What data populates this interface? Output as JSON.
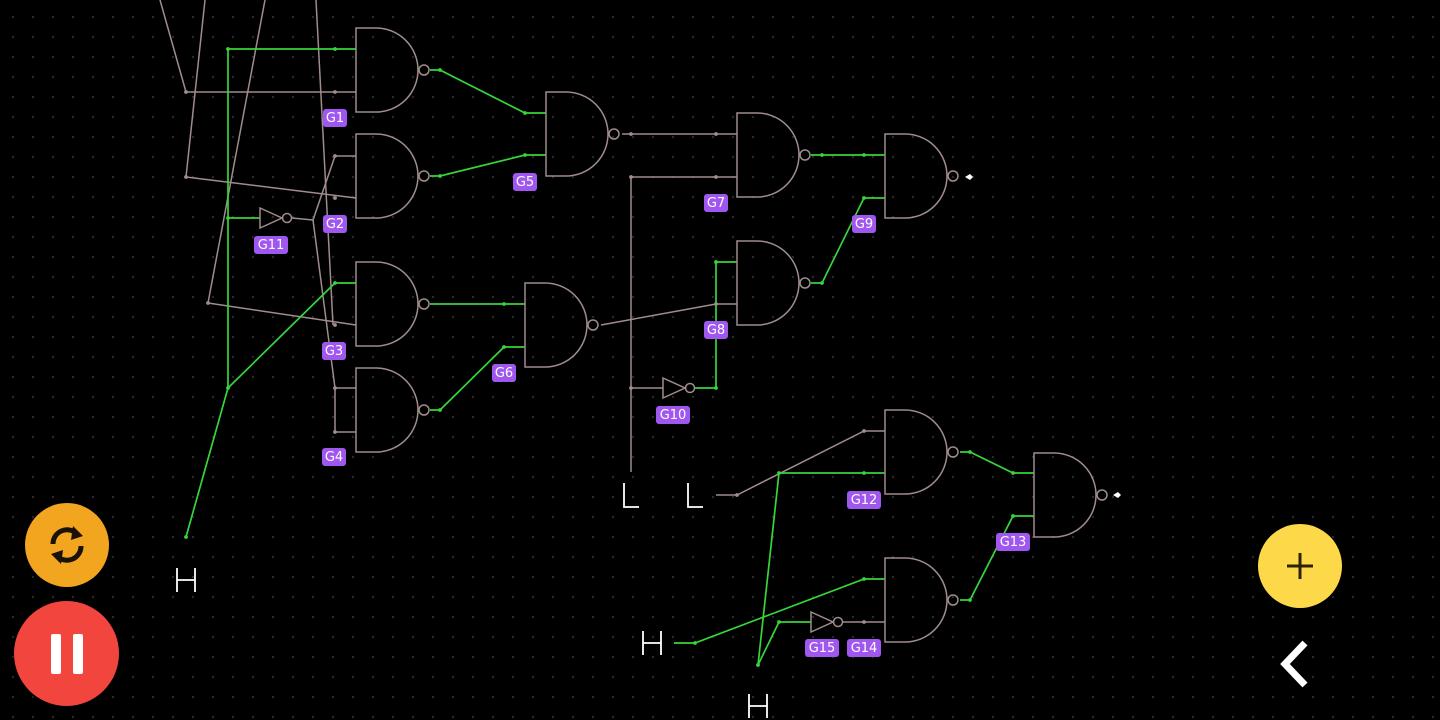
{
  "colors": {
    "background": "#000000",
    "grid_dot": "#2e2e2e",
    "wire_active": "#37d53a",
    "wire_inactive": "#a08c8c",
    "gate_stroke": "#a08c8c",
    "label_badge": "#a057f0",
    "reset_button": "#f2a51f",
    "pause_button": "#f2453e",
    "add_button": "#fdd94a"
  },
  "gates": [
    {
      "label": "G1",
      "type": "NAND",
      "output": "high"
    },
    {
      "label": "G2",
      "type": "NAND",
      "output": "high"
    },
    {
      "label": "G3",
      "type": "NAND",
      "output": "high"
    },
    {
      "label": "G4",
      "type": "NAND",
      "output": "high"
    },
    {
      "label": "G5",
      "type": "NAND",
      "output": "low"
    },
    {
      "label": "G6",
      "type": "NAND",
      "output": "low"
    },
    {
      "label": "G7",
      "type": "NAND",
      "output": "high"
    },
    {
      "label": "G8",
      "type": "NAND",
      "output": "high"
    },
    {
      "label": "G9",
      "type": "NAND",
      "output": "low"
    },
    {
      "label": "G10",
      "type": "NOT",
      "output": "high"
    },
    {
      "label": "G11",
      "type": "NOT",
      "output": "low"
    },
    {
      "label": "G12",
      "type": "NAND",
      "output": "high"
    },
    {
      "label": "G13",
      "type": "NAND",
      "output": "low"
    },
    {
      "label": "G14",
      "type": "NAND",
      "output": "high"
    },
    {
      "label": "G15",
      "type": "NOT",
      "output": "low"
    }
  ],
  "inputs": [
    {
      "glyph": "H",
      "state": "high"
    },
    {
      "glyph": "L",
      "state": "low"
    },
    {
      "glyph": "L",
      "state": "low"
    },
    {
      "glyph": "H",
      "state": "high"
    },
    {
      "glyph": "H",
      "state": "high"
    }
  ],
  "controls": {
    "reset_icon": "refresh-icon",
    "pause_icon": "pause-icon",
    "add_icon": "plus-icon",
    "back_icon": "chevron-left-icon"
  }
}
